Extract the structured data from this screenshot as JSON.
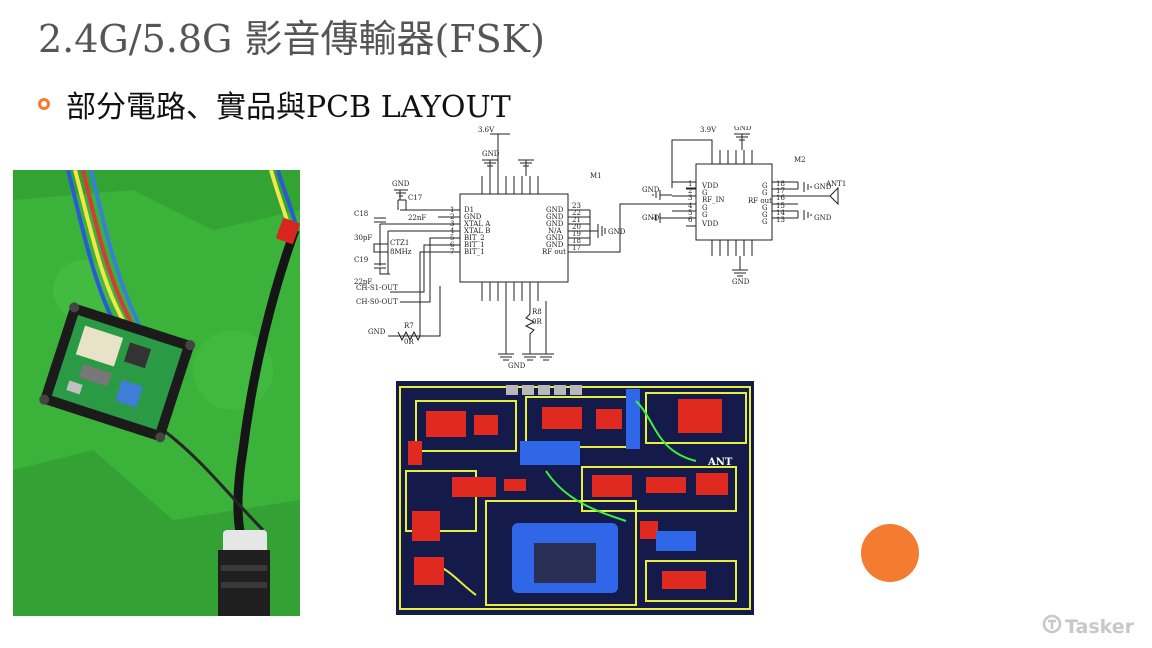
{
  "slide": {
    "title": "2.4G/5.8G 影音傳輸器(FSK)",
    "bullet": "部分電路、實品與PCB LAYOUT"
  },
  "schematic": {
    "voltage_m1": "3.6V",
    "voltage_m2": "3.9V",
    "ic1_label": "M1",
    "ic2_label": "M2",
    "gnd": "GND",
    "antenna": "ANT1",
    "ic1_left_pins": [
      "D1",
      "GND",
      "XTAL A",
      "XTAL B",
      "BIT_2",
      "BIT_1",
      "BIT_1"
    ],
    "ic1_left_pin_numbers": [
      "1",
      "2",
      "3",
      "4",
      "5",
      "6",
      "7"
    ],
    "ic1_right_pins": [
      "GND",
      "GND",
      "GND",
      "N/A",
      "GND",
      "GND",
      "RF out"
    ],
    "ic1_right_pin_numbers": [
      "23",
      "22",
      "21",
      "20",
      "19",
      "18",
      "17"
    ],
    "ic2_left_pins": [
      "VDD",
      "G",
      "RF_IN",
      "G",
      "G",
      "VDD"
    ],
    "ic2_left_pin_numbers": [
      "1",
      "2",
      "3",
      "4",
      "5",
      "6"
    ],
    "ic2_right_pins": [
      "G",
      "G",
      "RF out",
      "G",
      "G",
      "G"
    ],
    "ic2_right_pin_numbers": [
      "18",
      "17",
      "16",
      "15",
      "14",
      "13"
    ],
    "components": {
      "c17": "C17",
      "c17_value": "22nF",
      "c18": "C18",
      "c18_value": "30pF",
      "c19": "C19",
      "c19_value": "22pF",
      "xtal": "CTZ1",
      "xtal_value": "8MHz",
      "r7": "R7",
      "r7_value": "0R",
      "r8": "R8",
      "r8_value": "0R"
    },
    "net_ch_s1": "CH-S1-OUT",
    "net_ch_s0": "CH-S0-OUT"
  },
  "pcb": {
    "ant_label": "ANT"
  },
  "brand": {
    "name": "Tasker"
  },
  "colors": {
    "accent": "#f47c30",
    "title": "#555555",
    "photo_green": "#3bb23a",
    "pcb_background": "#141a4a",
    "brand_gray": "#c8c8c8"
  },
  "icons": {
    "bullet": "circle-bullet-icon",
    "brand": "tasker-logo-icon"
  }
}
